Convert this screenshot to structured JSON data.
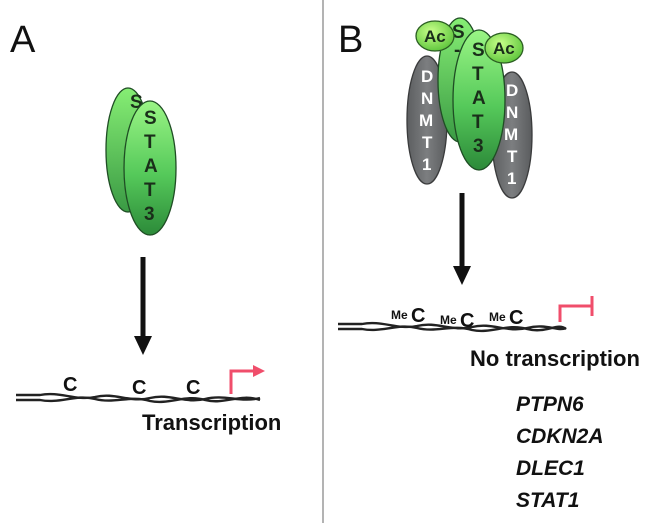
{
  "panels": {
    "a": {
      "letter": "A",
      "outcome": "Transcription"
    },
    "b": {
      "letter": "B",
      "outcome": "No transcription"
    }
  },
  "stat3": {
    "front_letters": [
      "S",
      "T",
      "A",
      "T",
      "3"
    ],
    "back_letters": [
      "S",
      "-"
    ]
  },
  "dnmt1": {
    "letters": [
      "D",
      "N",
      "M",
      "T",
      "1"
    ]
  },
  "acetyl": "Ac",
  "cytosine": "C",
  "methyl": "Me",
  "genes": [
    "PTPN6",
    "CDKN2A",
    "DLEC1",
    "STAT1"
  ],
  "colors": {
    "stat3_light": "#8df07a",
    "stat3_dark": "#2f8f3c",
    "dnmt1": "#6e7072",
    "promoter_arrow": "#f04e6b",
    "divider": "#9a9a9a"
  }
}
